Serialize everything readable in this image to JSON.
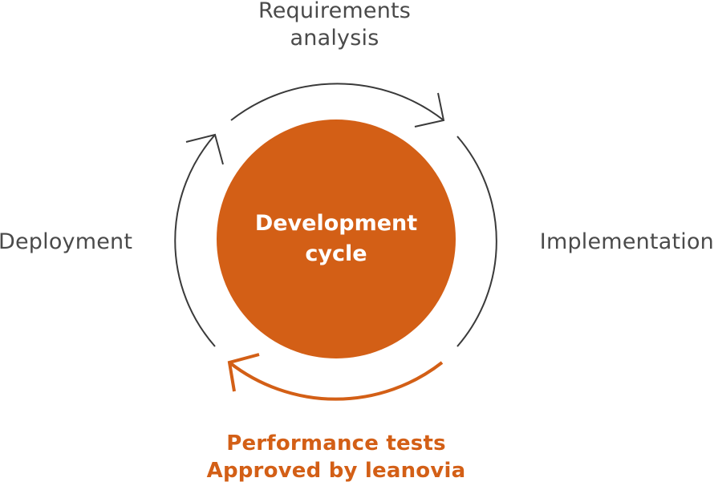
{
  "diagram": {
    "center": {
      "lines": [
        "Development",
        "cycle"
      ],
      "fill_color": "#d35f16",
      "text_color": "#ffffff"
    },
    "stages": {
      "top": {
        "lines": [
          "Requirements",
          "analysis"
        ]
      },
      "right": {
        "lines": [
          "Implementation"
        ]
      },
      "bottom": {
        "lines": [
          "Performance tests",
          "Approved by leanovia"
        ]
      },
      "left": {
        "lines": [
          "Deployment"
        ]
      }
    },
    "colors": {
      "stage_text": "#4a4a4a",
      "arc_stroke": "#3a3a3a",
      "highlight": "#d35f16",
      "background": "#ffffff"
    },
    "arcs": [
      {
        "name": "top-arc",
        "has_arrow": true,
        "highlighted": false
      },
      {
        "name": "right-arc",
        "has_arrow": false,
        "highlighted": false
      },
      {
        "name": "bottom-arc",
        "has_arrow": true,
        "highlighted": true
      },
      {
        "name": "left-arc",
        "has_arrow": true,
        "highlighted": false
      }
    ]
  }
}
